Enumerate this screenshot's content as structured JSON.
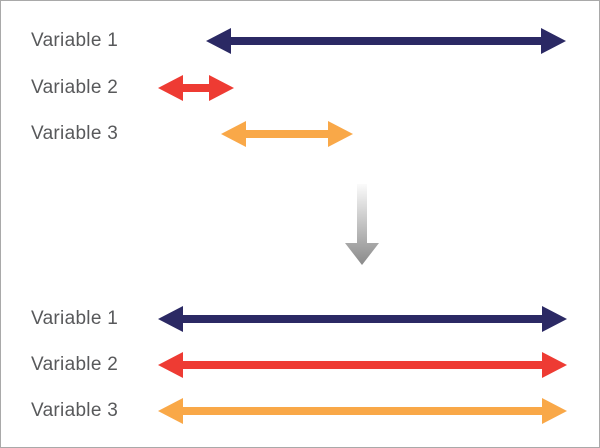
{
  "colors": {
    "navy": "#2B2964",
    "red": "#EE3B33",
    "orange": "#F9A848",
    "label": "#58595B",
    "border": "#A9A9A9",
    "bg": "#FFFFFF",
    "grayStart": "#FBFBFB",
    "grayEnd": "#8A8A8A"
  },
  "before": {
    "rows": [
      {
        "label": "Variable 1",
        "color": "navy",
        "start": 205,
        "end": 565
      },
      {
        "label": "Variable 2",
        "color": "red",
        "start": 157,
        "end": 233
      },
      {
        "label": "Variable 3",
        "color": "orange",
        "start": 220,
        "end": 352
      }
    ]
  },
  "transform": {
    "icon": "down-arrow-icon"
  },
  "after": {
    "rows": [
      {
        "label": "Variable 1",
        "color": "navy",
        "start": 157,
        "end": 566
      },
      {
        "label": "Variable 2",
        "color": "red",
        "start": 157,
        "end": 566
      },
      {
        "label": "Variable 3",
        "color": "orange",
        "start": 157,
        "end": 566
      }
    ]
  }
}
